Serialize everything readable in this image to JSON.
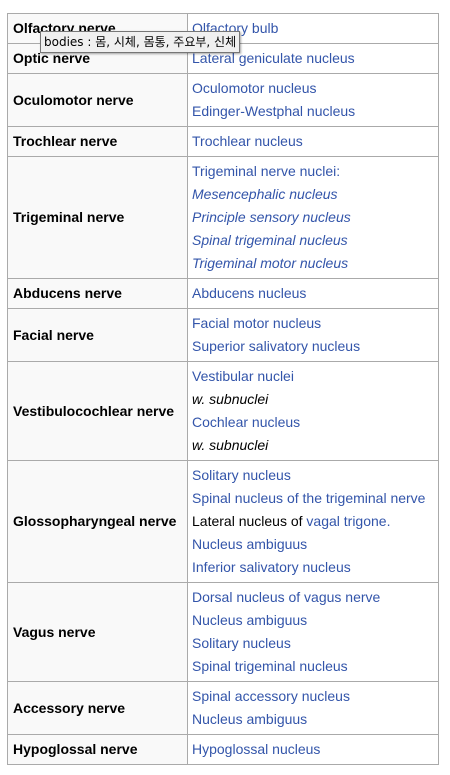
{
  "tooltip": "bodies : 몸, 시체, 몸통, 주요부, 신체",
  "rows": [
    {
      "nerve": "Olfactory nerve",
      "nuclei": [
        [
          {
            "text": "Olfactory bulb",
            "style": "link"
          }
        ]
      ]
    },
    {
      "nerve": "Optic nerve",
      "nuclei": [
        [
          {
            "text": "Lateral geniculate nucleus",
            "style": "link"
          }
        ]
      ]
    },
    {
      "nerve": "Oculomotor nerve",
      "nuclei": [
        [
          {
            "text": "Oculomotor nucleus",
            "style": "link"
          }
        ],
        [
          {
            "text": "Edinger-Westphal nucleus",
            "style": "link"
          }
        ]
      ]
    },
    {
      "nerve": "Trochlear nerve",
      "nuclei": [
        [
          {
            "text": "Trochlear nucleus",
            "style": "link"
          }
        ]
      ]
    },
    {
      "nerve": "Trigeminal nerve",
      "nuclei": [
        [
          {
            "text": "Trigeminal nerve nuclei:",
            "style": "link"
          }
        ],
        [
          {
            "text": "Mesencephalic nucleus",
            "style": "link italic"
          }
        ],
        [
          {
            "text": "Principle sensory nucleus",
            "style": "link italic"
          }
        ],
        [
          {
            "text": "Spinal trigeminal nucleus",
            "style": "link italic"
          }
        ],
        [
          {
            "text": "Trigeminal motor nucleus",
            "style": "link italic"
          }
        ]
      ]
    },
    {
      "nerve": "Abducens nerve",
      "nuclei": [
        [
          {
            "text": "Abducens nucleus",
            "style": "link"
          }
        ]
      ]
    },
    {
      "nerve": "Facial nerve",
      "nuclei": [
        [
          {
            "text": "Facial motor nucleus",
            "style": "link"
          }
        ],
        [
          {
            "text": "Superior salivatory nucleus",
            "style": "link"
          }
        ]
      ]
    },
    {
      "nerve": "Vestibulocochlear nerve",
      "nuclei": [
        [
          {
            "text": "Vestibular nuclei",
            "style": "link"
          }
        ],
        [
          {
            "text": "w. subnuclei",
            "style": "plain italic"
          }
        ],
        [
          {
            "text": "Cochlear nucleus",
            "style": "link"
          }
        ],
        [
          {
            "text": "w. subnuclei",
            "style": "plain italic"
          }
        ]
      ]
    },
    {
      "nerve": "Glossopharyngeal nerve",
      "nuclei": [
        [
          {
            "text": "Solitary nucleus",
            "style": "link"
          }
        ],
        [
          {
            "text": "Spinal nucleus of the trigeminal nerve",
            "style": "link"
          }
        ],
        [
          {
            "text": "Lateral nucleus of ",
            "style": "plain"
          },
          {
            "text": "vagal trigone.",
            "style": "link"
          }
        ],
        [
          {
            "text": "Nucleus ambiguus",
            "style": "link"
          }
        ],
        [
          {
            "text": "Inferior salivatory nucleus",
            "style": "link"
          }
        ]
      ]
    },
    {
      "nerve": "Vagus nerve",
      "nuclei": [
        [
          {
            "text": "Dorsal nucleus of vagus nerve",
            "style": "link"
          }
        ],
        [
          {
            "text": "Nucleus ambiguus",
            "style": "link"
          }
        ],
        [
          {
            "text": "Solitary nucleus",
            "style": "link"
          }
        ],
        [
          {
            "text": "Spinal trigeminal nucleus",
            "style": "link"
          }
        ]
      ]
    },
    {
      "nerve": "Accessory nerve",
      "nuclei": [
        [
          {
            "text": "Spinal accessory nucleus",
            "style": "link"
          }
        ],
        [
          {
            "text": "Nucleus ambiguus",
            "style": "link"
          }
        ]
      ]
    },
    {
      "nerve": "Hypoglossal nerve",
      "nuclei": [
        [
          {
            "text": "Hypoglossal nucleus",
            "style": "link"
          }
        ]
      ]
    }
  ]
}
